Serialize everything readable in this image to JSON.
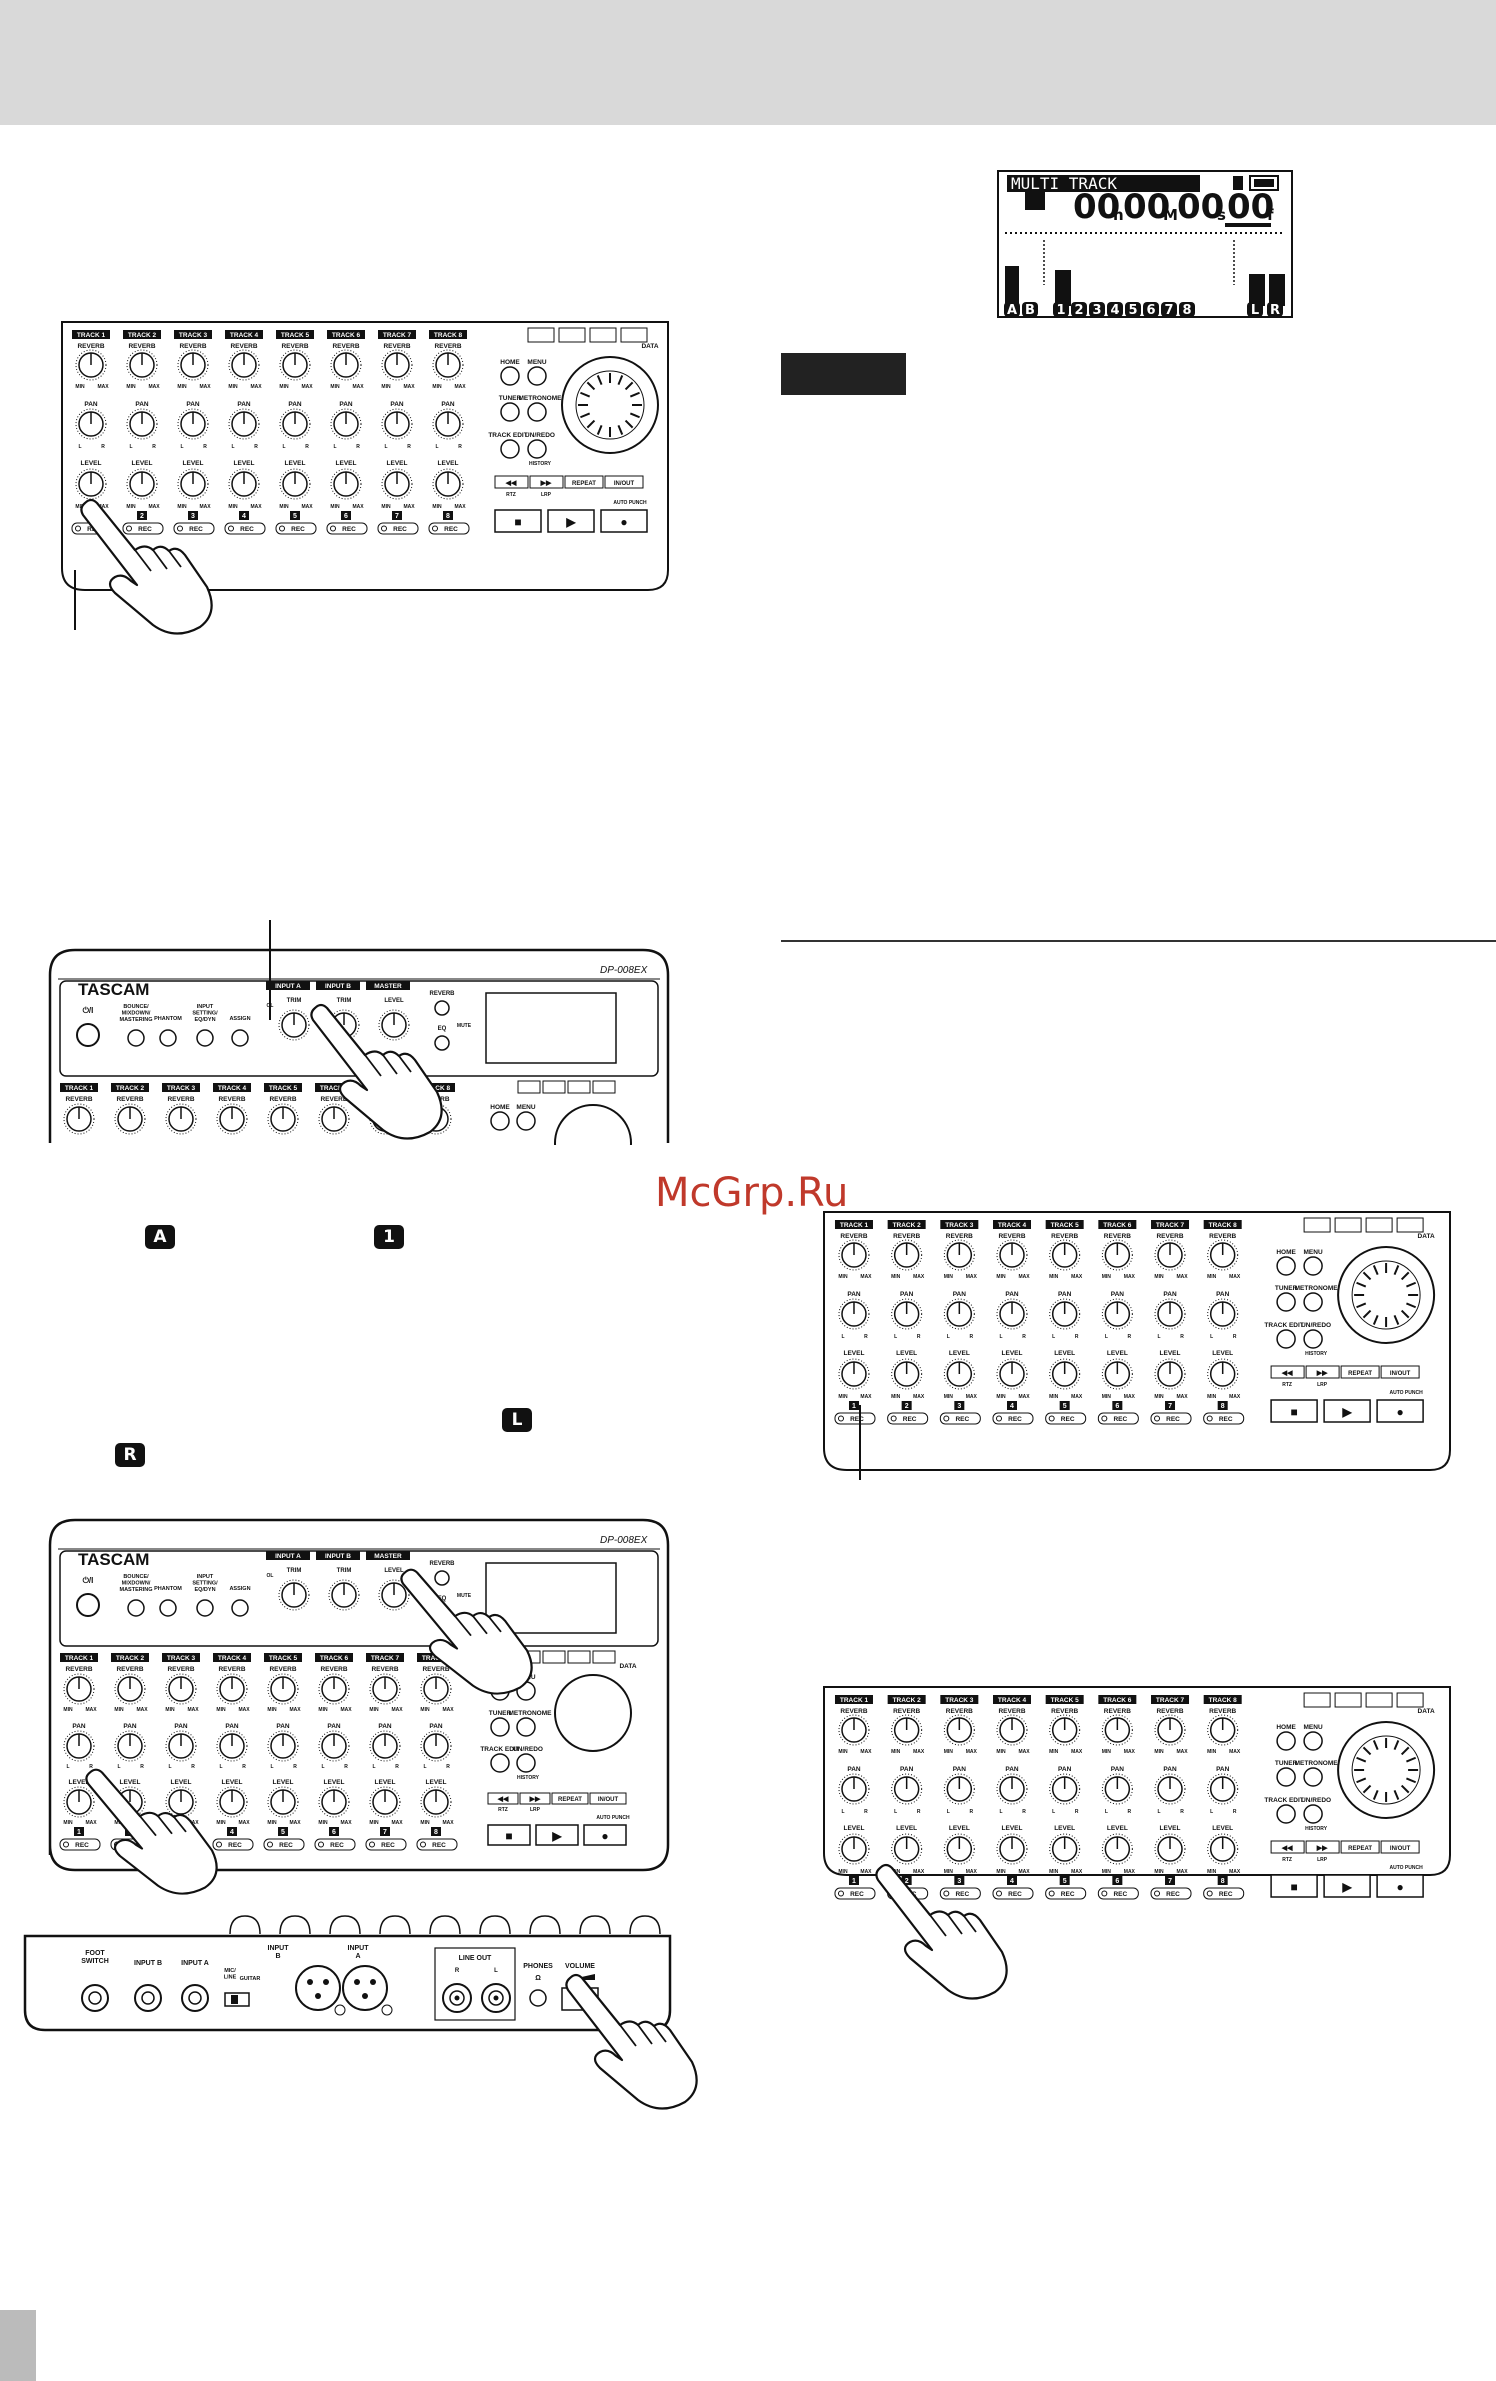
{
  "watermark": "McGrp.Ru",
  "lcd": {
    "mode": "MULTI TRACK",
    "time": {
      "hh": "00",
      "h": "h",
      "mm": "00",
      "m": "M",
      "ss": "00",
      "s": "s",
      "ff": "00",
      "f": "f"
    },
    "channels": [
      "A",
      "B",
      "1",
      "2",
      "3",
      "4",
      "5",
      "6",
      "7",
      "8",
      "L",
      "R"
    ]
  },
  "mixer": {
    "tracks": [
      "TRACK 1",
      "TRACK 2",
      "TRACK 3",
      "TRACK 4",
      "TRACK 5",
      "TRACK 6",
      "TRACK 7",
      "TRACK 8"
    ],
    "reverb": "REVERB",
    "pan": "PAN",
    "level": "LEVEL",
    "min": "MIN",
    "max": "MAX",
    "l": "L",
    "r": "R",
    "numbers": [
      "1",
      "2",
      "3",
      "4",
      "5",
      "6",
      "7",
      "8"
    ],
    "rec": "REC",
    "home": "HOME",
    "menu": "MENU",
    "tuner": "TUNER",
    "metronome": "METRONOME",
    "track_edit": "TRACK EDIT",
    "un_redo": "UN/REDO",
    "history": "HISTORY",
    "data": "DATA",
    "rtz": "RTZ",
    "lrp": "LRP",
    "repeat": "REPEAT",
    "in_out": "IN/OUT",
    "auto_punch": "AUTO PUNCH",
    "rew": "◀◀",
    "ff": "▶▶",
    "stop": "■",
    "play": "▶",
    "rec_btn": "●"
  },
  "top_panel": {
    "brand": "TASCAM",
    "model": "DP-008EX",
    "power": "⏻/I",
    "bounce": "BOUNCE/\nMIXDOWN/\nMASTERING",
    "phantom": "PHANTOM",
    "input_setting": "INPUT\nSETTING/\nEQ/DYN",
    "assign": "ASSIGN",
    "input_a": "INPUT A",
    "input_b": "INPUT B",
    "master": "MASTER",
    "trim": "TRIM",
    "ol": "OL",
    "level": "LEVEL",
    "reverb": "REVERB",
    "eq": "EQ",
    "mute": "MUTE"
  },
  "rear_panel": {
    "foot_switch": "FOOT\nSWITCH",
    "input_b": "INPUT B",
    "input_a": "INPUT A",
    "mic_line": "MIC/\nLINE",
    "guitar": "GUITAR",
    "xlr_b": "INPUT\nB",
    "xlr_a": "INPUT\nA",
    "line_out": "LINE OUT",
    "r": "R",
    "l": "L",
    "phones": "PHONES",
    "volume": "VOLUME"
  },
  "badges": [
    "A",
    "1",
    "L",
    "R"
  ]
}
